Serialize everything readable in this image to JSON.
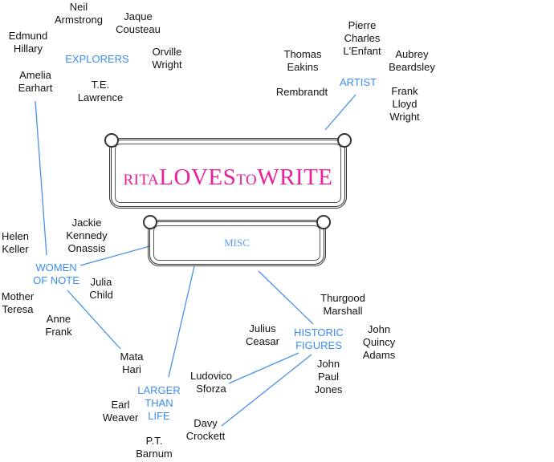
{
  "logo": {
    "part1": "RITA",
    "part2": "LOVES",
    "part3": "TO",
    "part4": "WRITE"
  },
  "misc_label": "MISC",
  "categories": {
    "explorers": "EXPLORERS",
    "artist": "ARTIST",
    "women": "WOMEN\nOF NOTE",
    "historic": "HISTORIC\nFIGURES",
    "larger": "LARGER\nTHAN\nLIFE"
  },
  "explorers": [
    "Neil\nArmstrong",
    "Jaque\nCousteau",
    "Edmund\nHillary",
    "Orville\nWright",
    "Amelia\nEarhart",
    "T.E.\nLawrence"
  ],
  "artists": [
    "Pierre\nCharles\nL'Enfant",
    "Thomas\nEakins",
    "Aubrey\nBeardsley",
    "Rembrandt",
    "Frank\nLloyd\nWright"
  ],
  "women": [
    "Jackie\nKennedy\nOnassis",
    "Helen\nKeller",
    "Julia\nChild",
    "Mother\nTeresa",
    "Anne\nFrank",
    "Mata\nHari"
  ],
  "historic": [
    "Thurgood\nMarshall",
    "Julius\nCeasar",
    "John\nQuincy\nAdams",
    "John\nPaul\nJones"
  ],
  "larger": [
    "Ludovico\nSforza",
    "Earl\nWeaver",
    "Davy\nCrockett",
    "P.T.\nBarnum"
  ],
  "colors": {
    "accent": "#3b8cf0",
    "logo": "#e8209c"
  }
}
